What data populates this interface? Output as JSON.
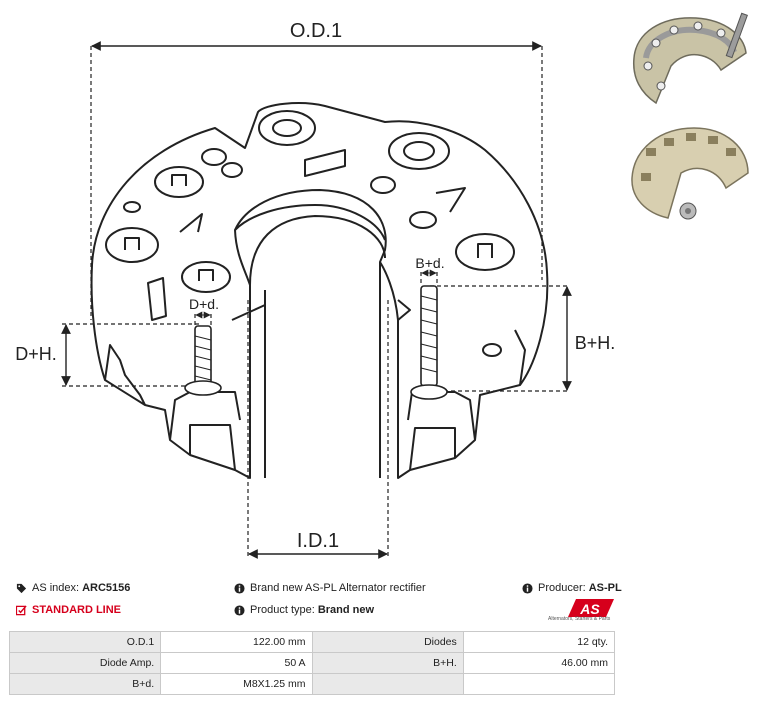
{
  "dimensions": {
    "od1": "O.D.1",
    "id1": "I.D.1",
    "dh": "D+H.",
    "bh": "B+H.",
    "dd": "D+d.",
    "bd": "B+d."
  },
  "info": {
    "as_index_label": "AS index:",
    "as_index_value": "ARC5156",
    "standard_line": "STANDARD LINE",
    "description": "Brand new AS-PL Alternator rectifier",
    "product_type_label": "Product type:",
    "product_type_value": "Brand new",
    "producer_label": "Producer:",
    "producer_value": "AS-PL",
    "logo_text": "AS",
    "logo_subtitle": "Alternators, Starters & Parts"
  },
  "specs": [
    {
      "k1": "O.D.1",
      "v1": "122.00 mm",
      "k2": "Diodes",
      "v2": "12 qty."
    },
    {
      "k1": "Diode Amp.",
      "v1": "50 A",
      "k2": "B+H.",
      "v2": "46.00 mm"
    },
    {
      "k1": "B+d.",
      "v1": "M8X1.25 mm",
      "k2": "",
      "v2": ""
    }
  ],
  "colors": {
    "accent": "#d6001c",
    "table_key_bg": "#e9e9e9",
    "table_border": "#c9c9c9"
  }
}
